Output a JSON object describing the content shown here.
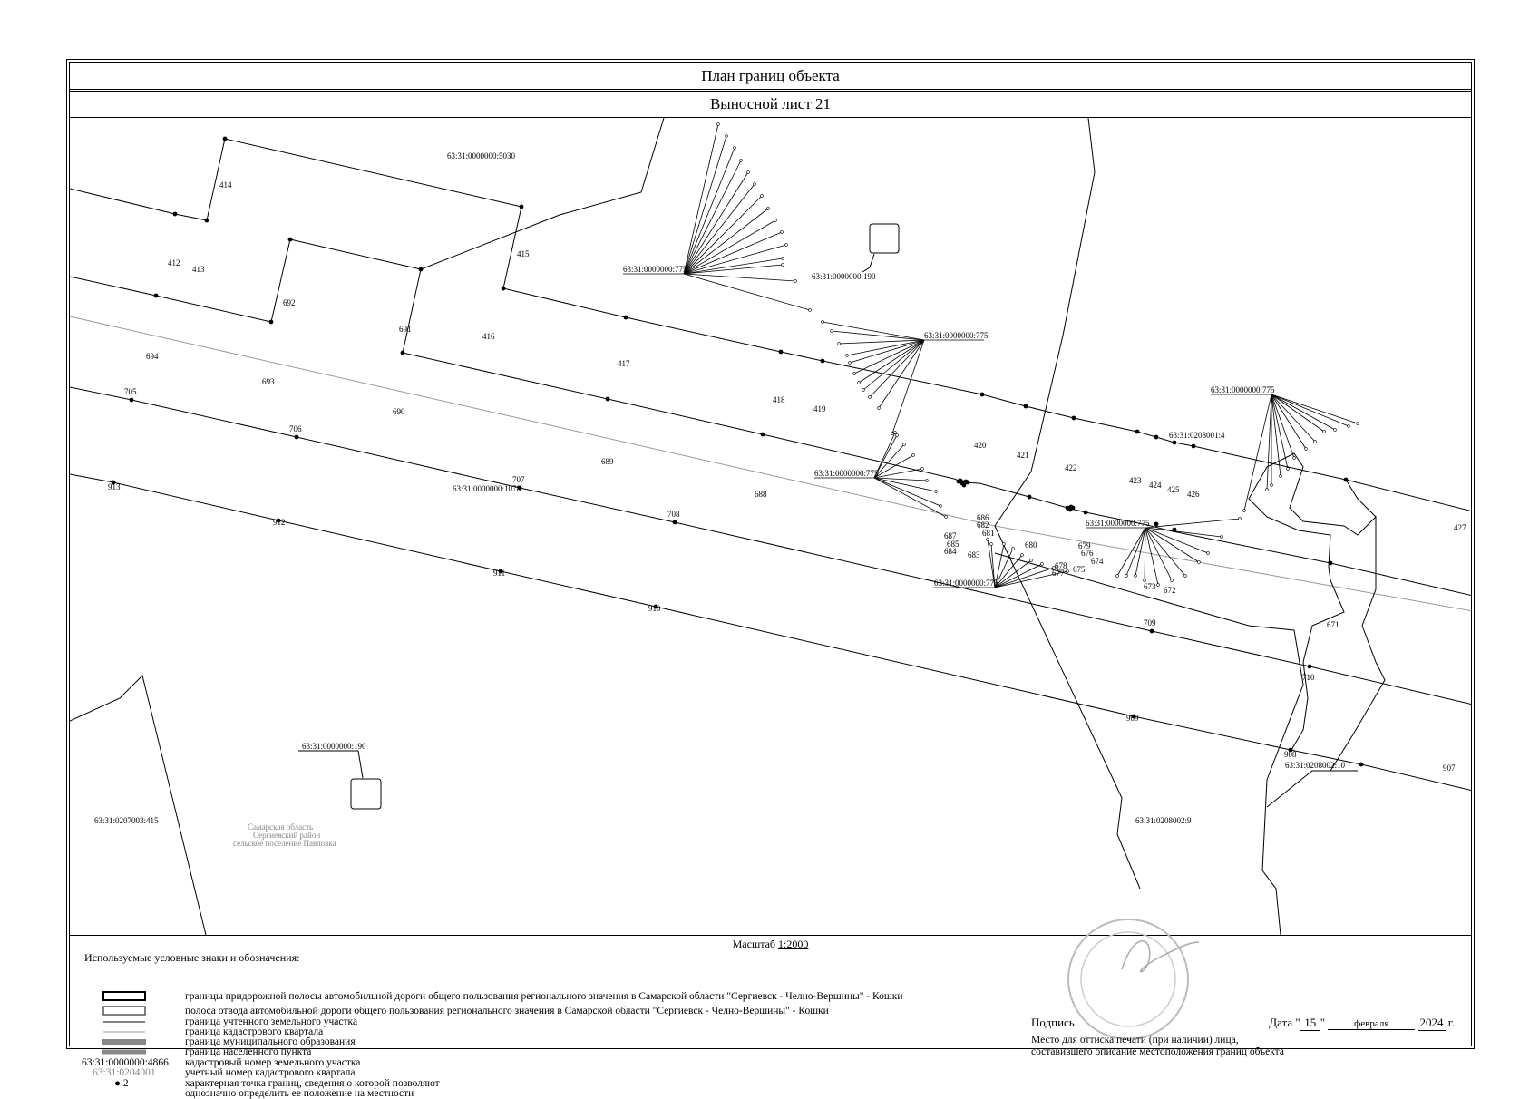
{
  "header": {
    "title": "План границ объекта",
    "subtitle": "Выносной лист 21"
  },
  "map": {
    "points": [
      {
        "id": "414"
      },
      {
        "id": "412"
      },
      {
        "id": "413"
      },
      {
        "id": "415"
      },
      {
        "id": "416"
      },
      {
        "id": "417"
      },
      {
        "id": "418"
      },
      {
        "id": "419"
      },
      {
        "id": "420"
      },
      {
        "id": "421"
      },
      {
        "id": "422"
      },
      {
        "id": "423"
      },
      {
        "id": "424"
      },
      {
        "id": "425"
      },
      {
        "id": "426"
      },
      {
        "id": "427"
      },
      {
        "id": "692"
      },
      {
        "id": "691"
      },
      {
        "id": "694"
      },
      {
        "id": "693"
      },
      {
        "id": "690"
      },
      {
        "id": "689"
      },
      {
        "id": "688"
      },
      {
        "id": "686"
      },
      {
        "id": "682"
      },
      {
        "id": "681"
      },
      {
        "id": "687"
      },
      {
        "id": "685"
      },
      {
        "id": "684"
      },
      {
        "id": "683"
      },
      {
        "id": "680"
      },
      {
        "id": "679"
      },
      {
        "id": "676"
      },
      {
        "id": "678"
      },
      {
        "id": "677"
      },
      {
        "id": "675"
      },
      {
        "id": "674"
      },
      {
        "id": "673"
      },
      {
        "id": "672"
      },
      {
        "id": "671"
      },
      {
        "id": "705"
      },
      {
        "id": "706"
      },
      {
        "id": "707"
      },
      {
        "id": "708"
      },
      {
        "id": "709"
      },
      {
        "id": "710"
      },
      {
        "id": "913"
      },
      {
        "id": "912"
      },
      {
        "id": "911"
      },
      {
        "id": "910"
      },
      {
        "id": "909"
      },
      {
        "id": "908"
      },
      {
        "id": "907"
      }
    ],
    "parcels": {
      "p5030": "63:31:0000000:5030",
      "p775": "63:31:0000000:775",
      "p190": "63:31:0000000:190",
      "p1078": "63:31:0000000:1078",
      "q0208001_4": "63:31:0208001:4",
      "q0208002_10": "63:31:0208002:10",
      "q0208002_9": "63:31:0208002:9",
      "q0207003_415": "63:31:0207003:415"
    },
    "admin_text": [
      "Самарская область",
      "Сергиевский район",
      "сельское поселение Павловка"
    ]
  },
  "scale": {
    "prefix": "Масштаб",
    "value": "1:2000"
  },
  "legend": {
    "title": "Используемые условные знаки и обозначения:",
    "items": [
      "границы придорожной полосы автомобильной дороги общего пользования регионального значения в Самарской области \"Сергиевск - Челно-Вершины\" - Кошки",
      "полоса отвода автомобильной дороги общего пользования регионального значения в Самарской области \"Сергиевск - Челно-Вершины\" - Кошки",
      "граница учтенного земельного участка",
      "граница кадастрового квартала",
      "граница муниципального образования",
      "граница населенного пункта",
      "кадастровый номер земельного участка",
      "учетный номер кадастрового квартала",
      "характерная точка границ, сведения о которой позволяют",
      "однозначно определить ее положение на местности"
    ],
    "sample_parcel": "63:31:0000000:4866",
    "sample_quarter": "63:31:0204001",
    "sample_point": "2"
  },
  "signature": {
    "label": "Подпись",
    "date_label": "Дата",
    "day": "15",
    "month": "февраля",
    "year": "2024",
    "year_suffix": "г.",
    "note_line1": "Место для оттиска печати (при наличии) лица,",
    "note_line2": "составившего описание местоположения границ объекта"
  }
}
